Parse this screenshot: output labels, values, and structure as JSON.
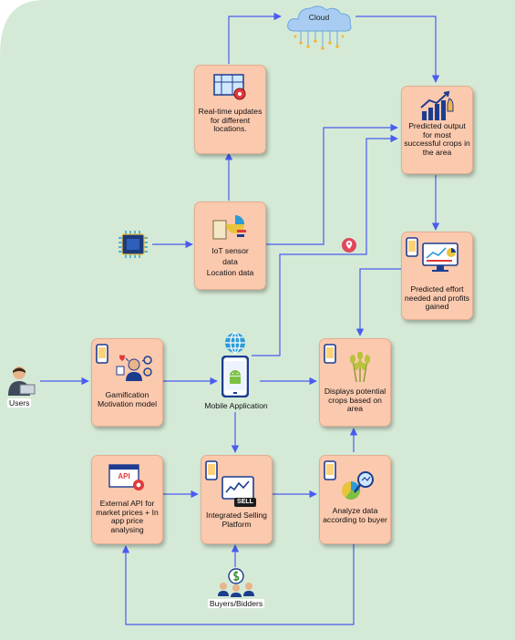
{
  "diagram": {
    "cloud": "Cloud",
    "realtime": "Real-time updates for different locations.",
    "predicted_output": "Predicted output for most successful crops in the area",
    "iot": {
      "line1": "IoT sensor",
      "line2": "data",
      "line3": "Location data"
    },
    "predicted_effort": "Predicted effort needed and profits gained",
    "users": "Users",
    "gamification": "Gamification Motivation model",
    "mobile_app": "Mobile Application",
    "displays": "Displays potential crops based on area",
    "external_api": "External API for market prices + In app price analysing",
    "selling": "Integrated Selling Platform",
    "analyze": "Analyze data according to buyer",
    "buyers": "Buyers/Bidders",
    "api_text": "API",
    "sell_text": "SELL"
  },
  "colors": {
    "background": "#d5ead6",
    "box_fill": "#fbc9ae",
    "arrow": "#4a5cf0",
    "phone": "#1c3d8f",
    "android": "#7cc142"
  }
}
